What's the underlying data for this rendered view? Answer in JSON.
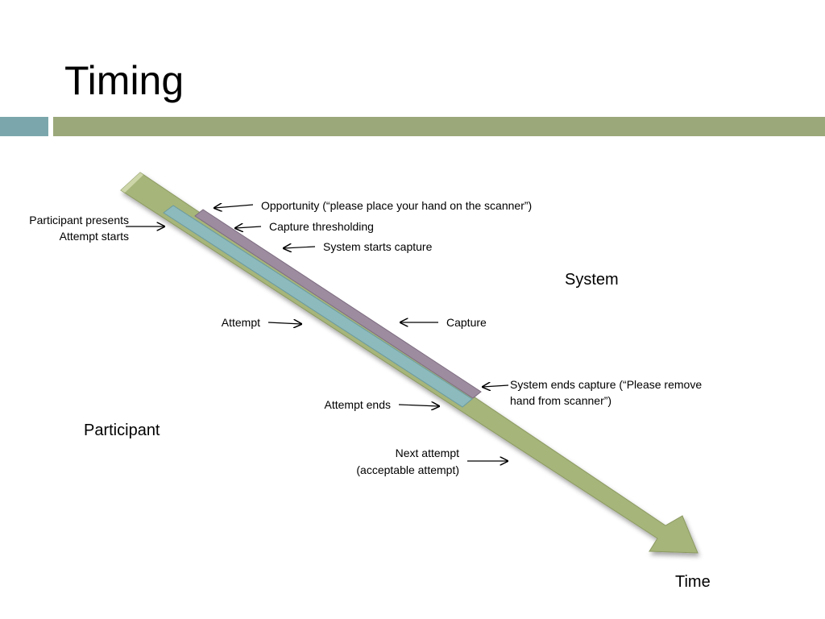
{
  "title": "Timing",
  "colors": {
    "accent_teal": "#7BA7AC",
    "accent_olive": "#9BA87A",
    "time_arrow": "#A6B57A",
    "capture_band": "#9D8CA0",
    "attempt_band": "#8CBABD"
  },
  "labels": {
    "opportunity": "Opportunity (“please place your hand on the scanner”)",
    "capture_thresholding": "Capture thresholding",
    "system_starts_capture": "System starts capture",
    "participant_presents": "Participant presents",
    "attempt_starts": "Attempt starts",
    "system": "System",
    "attempt": "Attempt",
    "capture": "Capture",
    "system_ends_capture_line1": "System ends capture (“Please remove",
    "system_ends_capture_line2": "hand from scanner”)",
    "attempt_ends": "Attempt ends",
    "participant": "Participant",
    "next_attempt_line1": "Next attempt",
    "next_attempt_line2": "(acceptable attempt)",
    "time": "Time"
  }
}
